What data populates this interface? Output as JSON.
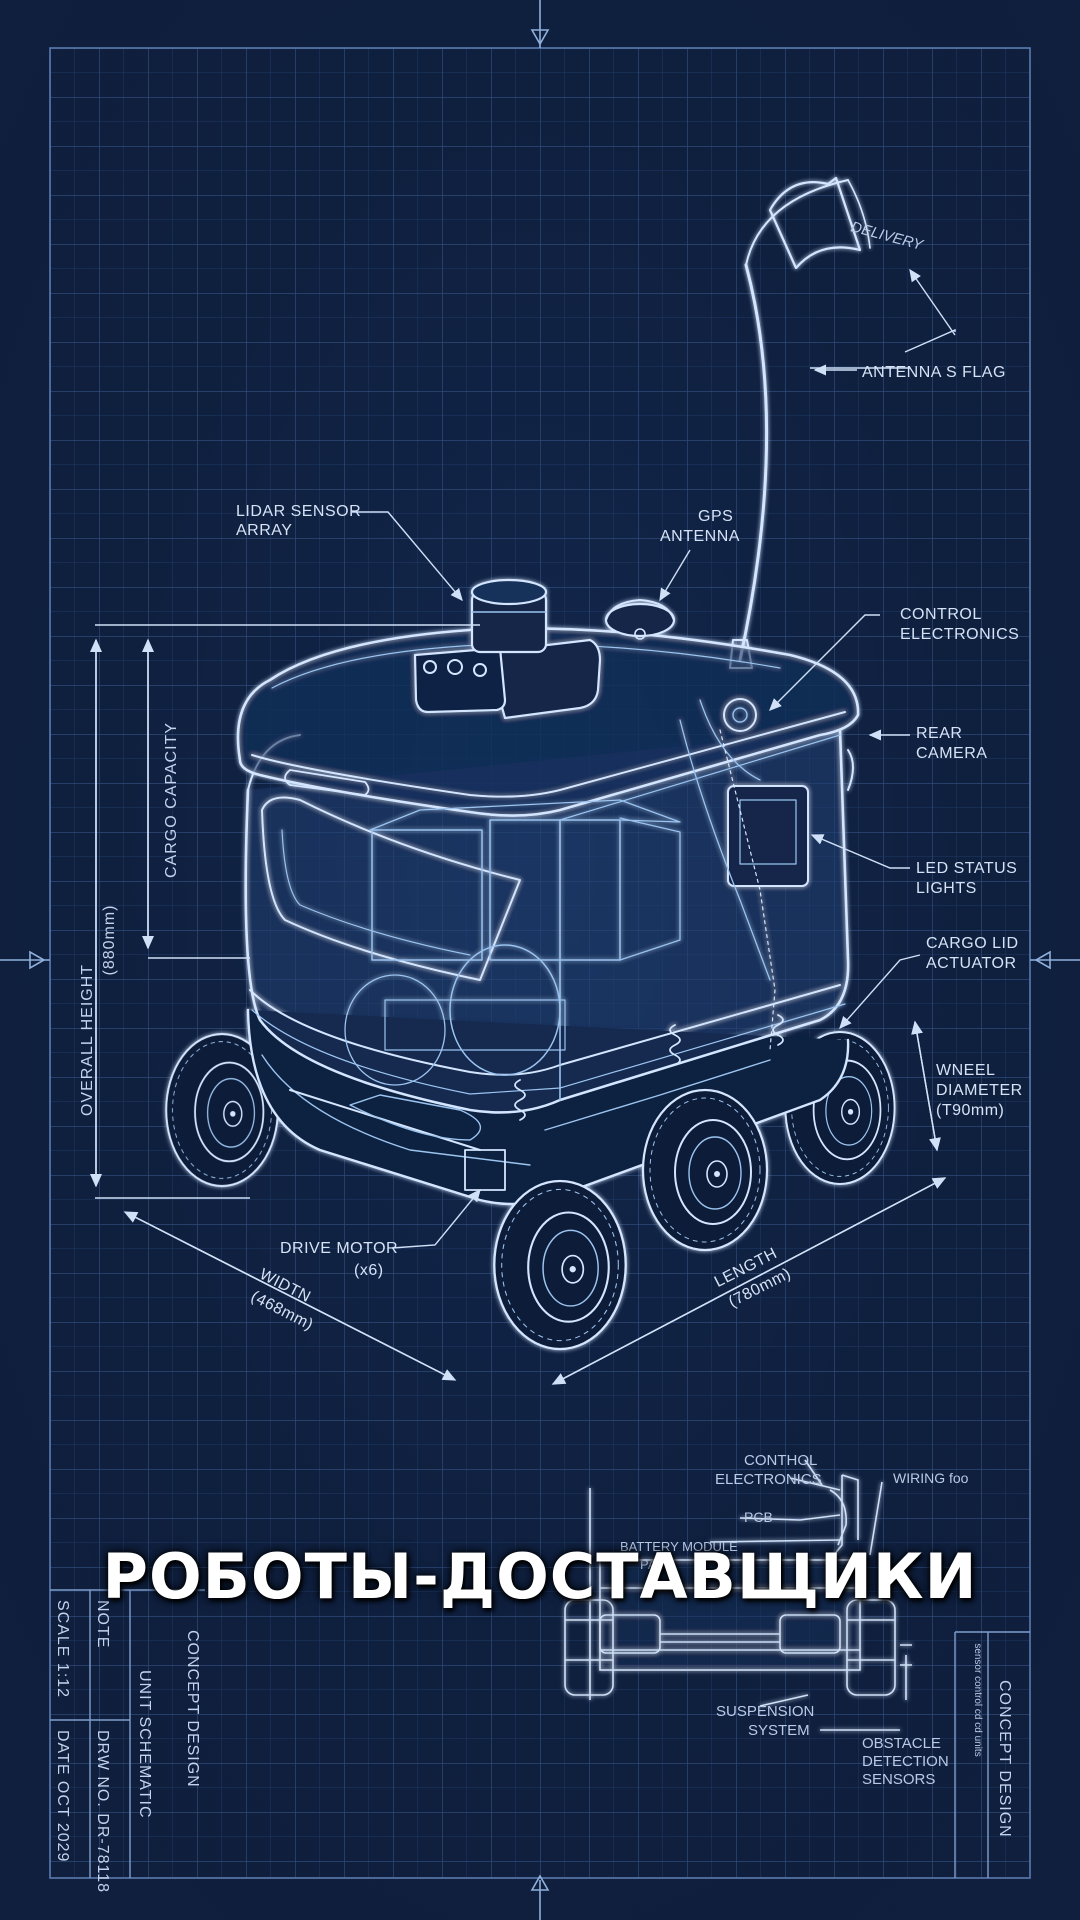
{
  "title": "РОБОТЫ-ДОСТАВЩИКИ",
  "colors": {
    "background": "#0f1f3d",
    "grid": "#2d4a78",
    "line": "#d4e6ff",
    "glow": "#6fd3ff",
    "text": "#ffffff"
  },
  "flag_text": "DELIVERY",
  "callouts": {
    "antenna_flag": "ANTENNA S FLAG",
    "lidar_1": "LIDAR SENSOR",
    "lidar_2": "ARRAY",
    "gps_1": "GPS",
    "gps_2": "ANTENNA",
    "control_1": "CONTROL",
    "control_2": "ELECTRONICS",
    "rear_1": "REAR",
    "rear_2": "CAMERA",
    "led_1": "LED STATUS",
    "led_2": "LIGHTS",
    "cargo_lid_1": "CARGO LID",
    "cargo_lid_2": "ACTUATOR",
    "wheel_1": "WNEEL",
    "wheel_2": "DIAMETER",
    "wheel_3": "(T90mm)",
    "drive_1": "DRIVE MOTOR",
    "drive_2": "(x6)"
  },
  "dimensions": {
    "overall_height": "OVERALL HEIGHT",
    "overall_height_val": "(880mm)",
    "cargo_capacity": "CARGO CAPACITY",
    "width": "WIDTN",
    "width_val": "(468mm)",
    "length": "LENGTH",
    "length_val": "(780mm)"
  },
  "lower_detail": {
    "control_1": "CONTHOL",
    "control_2": "ELECTRONICS",
    "wiring": "WIRING foo",
    "pcb": "PCB",
    "battery_1": "BATTERY MODULE",
    "battery_2": "PACK",
    "suspension_1": "SUSPENSION",
    "suspension_2": "SYSTEM",
    "obstacle_1": "OBSTACLE",
    "obstacle_2": "DETECTION",
    "obstacle_3": "SENSORS",
    "small_note": "sensor control cd cd units"
  },
  "title_block": {
    "scale": "SCALE 1:12",
    "date": "DATE OCT 2029",
    "note": "NOTE",
    "drw": "DRW NO. DR-78118",
    "unit": "UNIT SCHEMATIC",
    "concept": "CONCEPT DESIGN",
    "concept_right": "CONCEPT DESIGN"
  }
}
